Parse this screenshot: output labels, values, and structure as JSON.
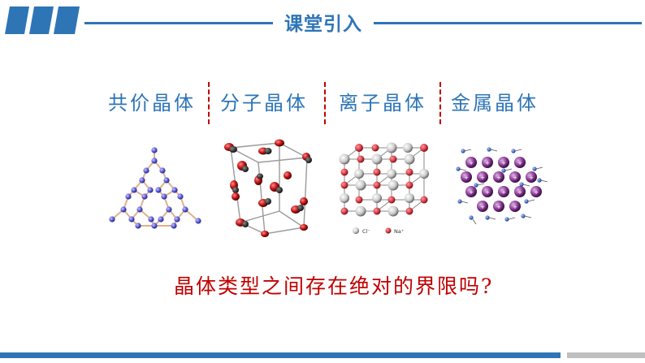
{
  "header": {
    "title": "课堂引入",
    "accent_color": "#2e75b6"
  },
  "categories": [
    {
      "label": "共价晶体",
      "image": "covalent-crystal-lattice"
    },
    {
      "label": "分子晶体",
      "image": "molecular-crystal-lattice"
    },
    {
      "label": "离子晶体",
      "image": "ionic-crystal-lattice"
    },
    {
      "label": "金属晶体",
      "image": "metallic-crystal-lattice"
    }
  ],
  "ionic_legend": {
    "cl": "Cl⁻",
    "na": "Na⁺"
  },
  "question": "晶体类型之间存在绝对的界限吗?",
  "colors": {
    "category_text": "#2e75b6",
    "divider": "#c00000",
    "question_text": "#c00000"
  }
}
